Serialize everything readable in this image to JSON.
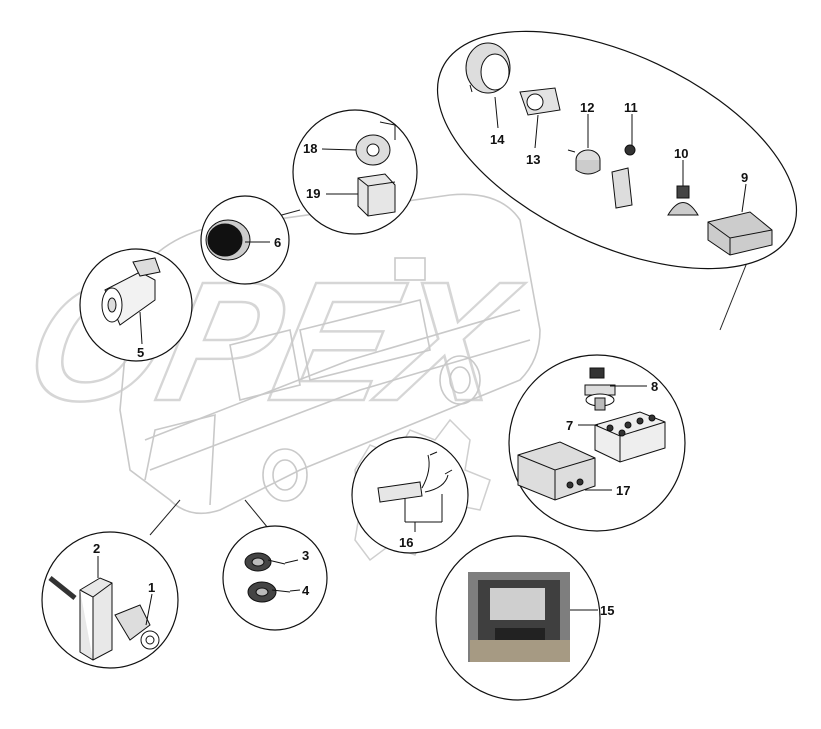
{
  "diagram": {
    "watermark": "OPEX",
    "callouts": [
      "1",
      "2",
      "3",
      "4",
      "5",
      "6",
      "7",
      "8",
      "9",
      "10",
      "11",
      "12",
      "13",
      "14",
      "15",
      "16",
      "17",
      "18",
      "19"
    ]
  }
}
